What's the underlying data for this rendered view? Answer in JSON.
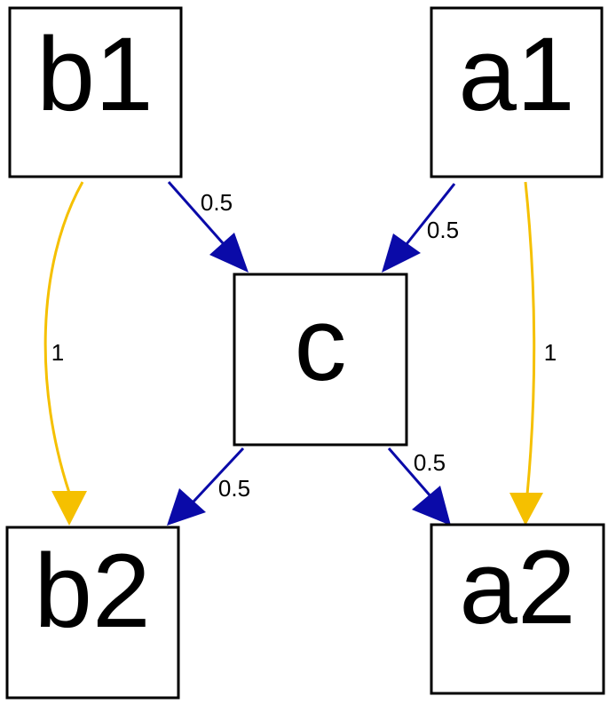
{
  "nodes": {
    "b1": {
      "label": "b1"
    },
    "a1": {
      "label": "a1"
    },
    "c": {
      "label": "c"
    },
    "b2": {
      "label": "b2"
    },
    "a2": {
      "label": "a2"
    }
  },
  "edges": {
    "b1_c": {
      "label": "0.5",
      "color": "#0a0aa8"
    },
    "a1_c": {
      "label": "0.5",
      "color": "#0a0aa8"
    },
    "c_b2": {
      "label": "0.5",
      "color": "#0a0aa8"
    },
    "c_a2": {
      "label": "0.5",
      "color": "#0a0aa8"
    },
    "b1_b2": {
      "label": "1",
      "color": "#f5c000"
    },
    "a1_a2": {
      "label": "1",
      "color": "#f5c000"
    }
  }
}
